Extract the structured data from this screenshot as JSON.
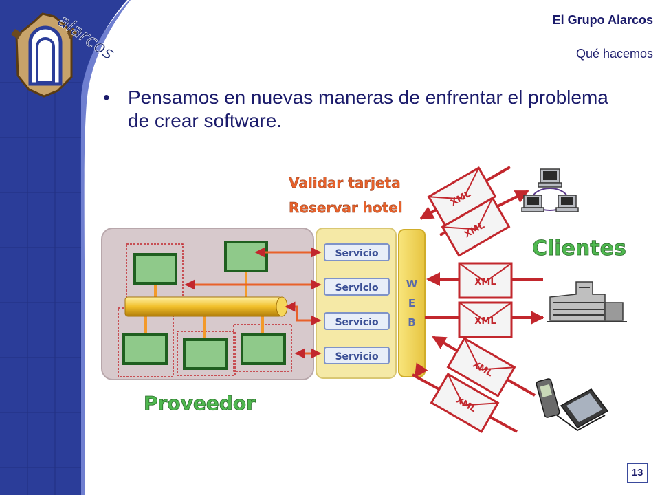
{
  "header": {
    "brand": "El Grupo Alarcos",
    "section": "Qué hacemos"
  },
  "logo": {
    "text": "alarcos"
  },
  "content": {
    "bullet_glyph": "•",
    "bullet_text": "Pensamos en nuevas maneras de enfrentar el problema de crear software."
  },
  "diagram": {
    "operations": [
      "Validar tarjeta",
      "Reservar hotel"
    ],
    "services": [
      "Servicio",
      "Servicio",
      "Servicio",
      "Servicio"
    ],
    "web_letters": [
      "W",
      "E",
      "B"
    ],
    "provider_label": "Proveedor",
    "clients_label": "Clientes",
    "xml_labels": [
      "XML",
      "XML",
      "XML",
      "XML",
      "XML",
      "XML"
    ],
    "colors": {
      "operation_text": "#e8612a",
      "big_label": "#4fb84f",
      "arrow": "#c2272d",
      "service_panel": "#f5e9a6",
      "provider_panel": "#d7c9cc",
      "box_green": "#8fc98a",
      "box_border": "#2f7a2f",
      "bus": "#f1bf2a",
      "connector": "#f39a2a"
    },
    "icons": [
      "network-clients-icon",
      "office-building-icon",
      "mobile-devices-icon"
    ]
  },
  "footer": {
    "page_number": "13"
  }
}
